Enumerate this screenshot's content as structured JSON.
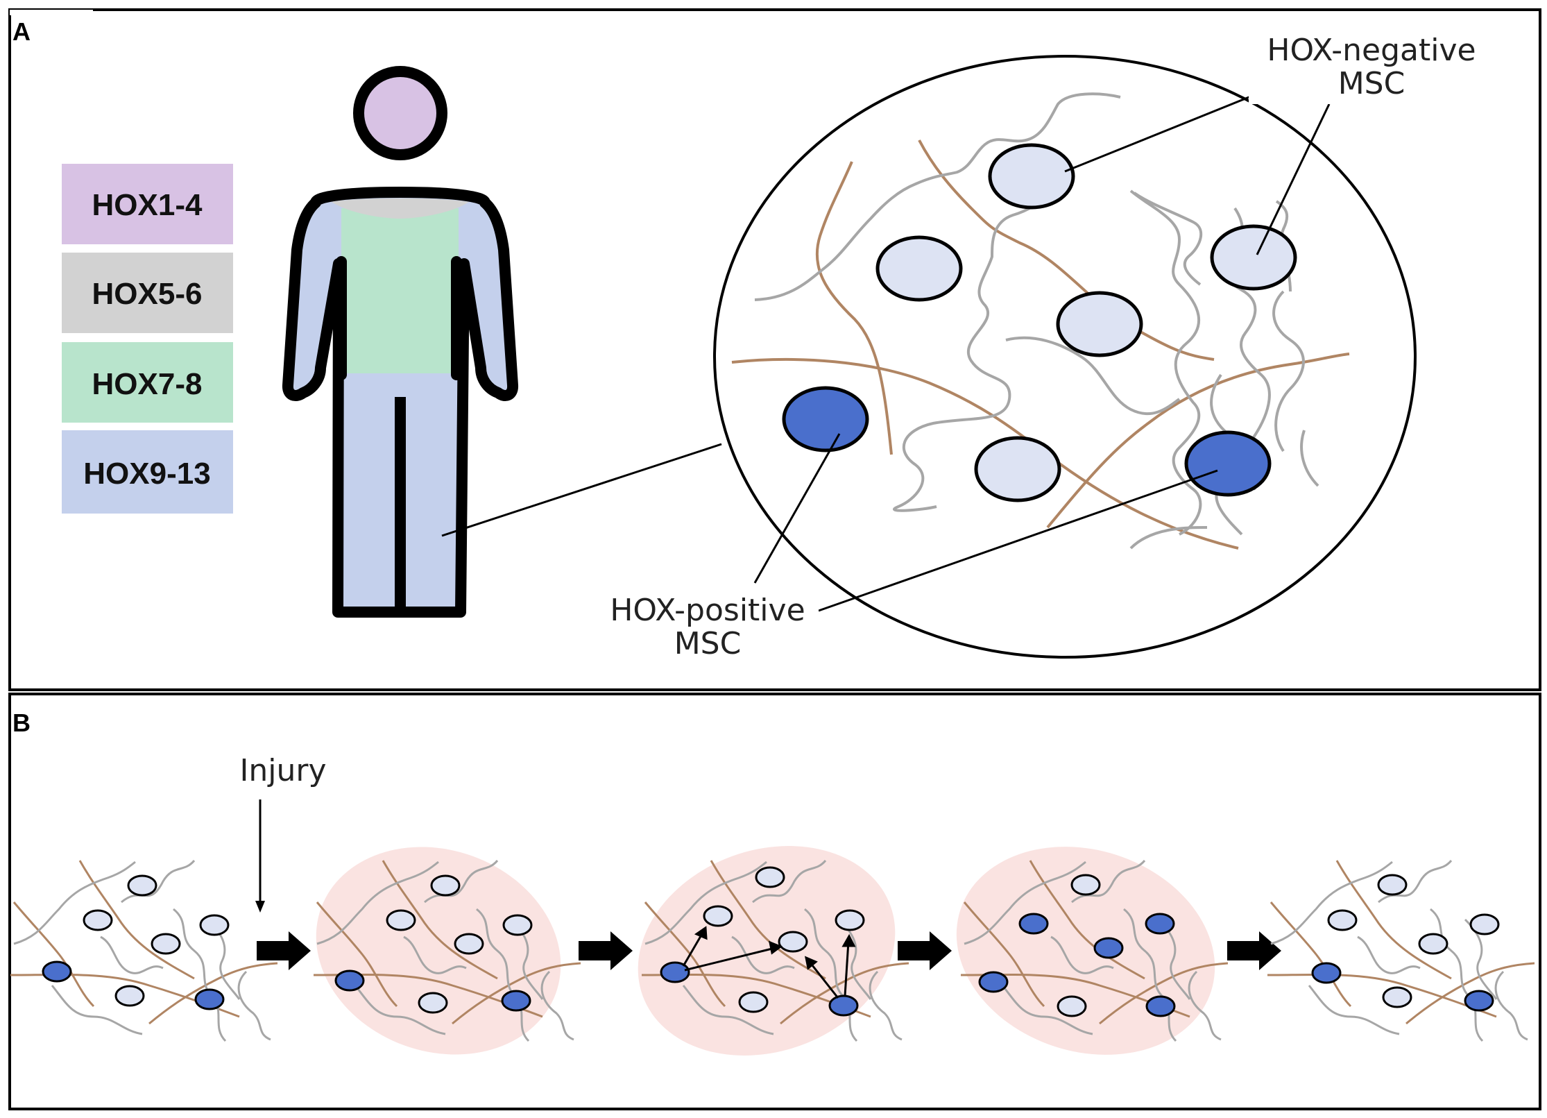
{
  "panel_a": {
    "letter": "A",
    "legend": [
      {
        "label": "HOX1-4",
        "color": "#d8c2e4"
      },
      {
        "label": "HOX5-6",
        "color": "#d2d2d2"
      },
      {
        "label": "HOX7-8",
        "color": "#b8e4cc"
      },
      {
        "label": "HOX9-13",
        "color": "#c4d0ec"
      }
    ],
    "label_negative": [
      "HOX-negative",
      "MSC"
    ],
    "label_positive": [
      "HOX-positive",
      "MSC"
    ]
  },
  "panel_b": {
    "letter": "B",
    "injury_label": "Injury",
    "inflammation_color": "#fae3e1"
  },
  "colors": {
    "hox_negative_cell": "#dde3f3",
    "hox_positive_cell": "#4a6fcc",
    "collagen_fiber": "#b08563",
    "ecm_fiber": "#a6a6a6",
    "head": "#d8c2e4",
    "neck": "#d2d2d2",
    "torso": "#b8e4cc",
    "limbs": "#c4d0ec"
  }
}
